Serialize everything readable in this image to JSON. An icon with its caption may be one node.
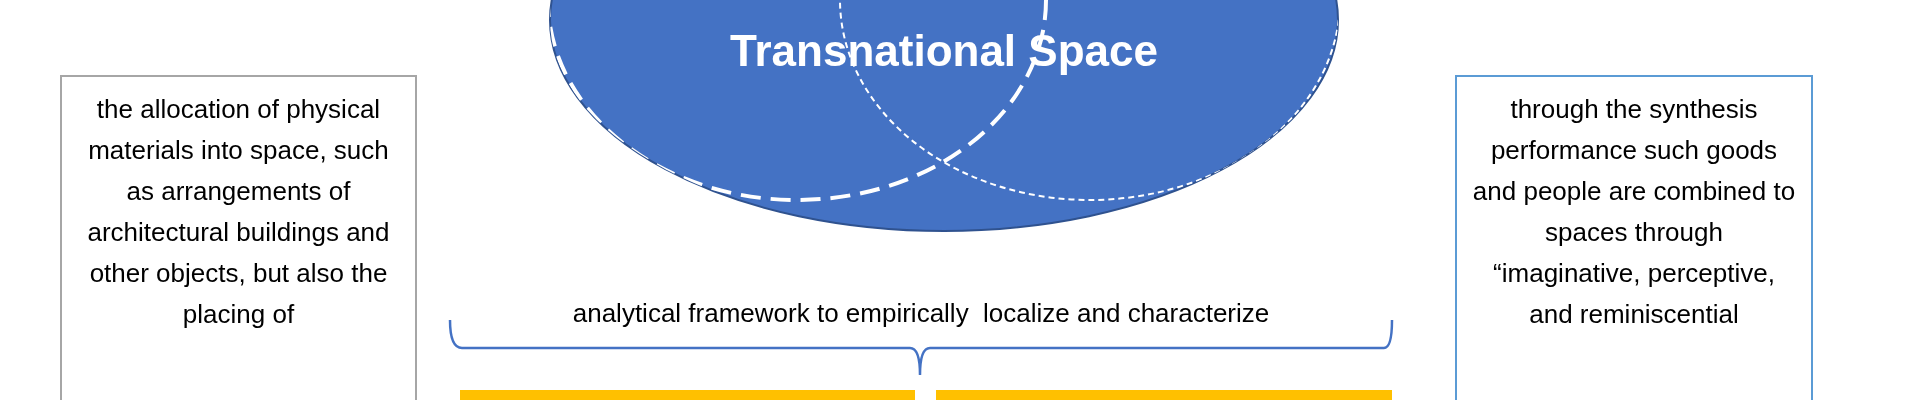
{
  "diagram": {
    "nodes": [
      {
        "text": [
          "Transnational Space"
        ]
      },
      {
        "text": [
          "the allocation of physical materials into space, such as arrangements of architectural buildings and other objects, but also the placing of"
        ]
      },
      {
        "text": [
          "through the synthesis performance such goods and people are combined to spaces through “imaginative, perceptive, and reminiscential"
        ]
      },
      {
        "text": [],
        "shape": "bar"
      },
      {
        "text": [],
        "shape": "bar"
      }
    ],
    "labels": [
      "analytical framework to empirically  localize and characterize"
    ]
  }
}
